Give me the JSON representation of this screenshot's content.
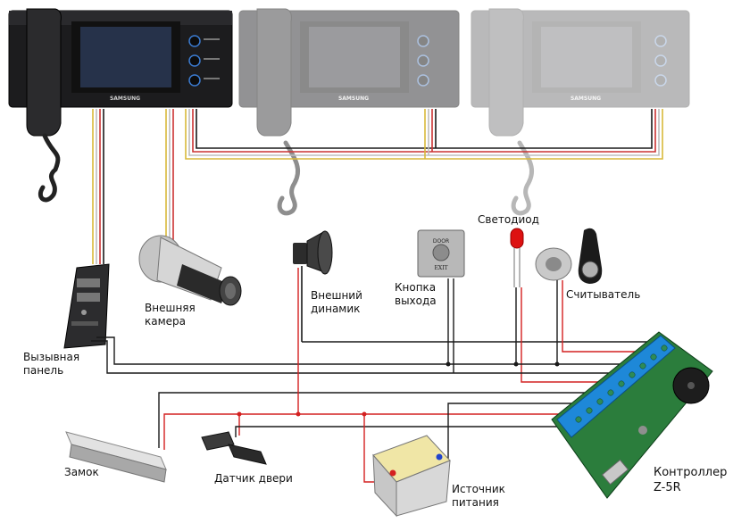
{
  "monitors": [
    {
      "brand": "SAMSUNG"
    },
    {
      "brand": "SAMSUNG"
    },
    {
      "brand": "SAMSUNG"
    }
  ],
  "devices": {
    "call_panel": "Вызывная\nпанель",
    "camera": "Внешняя\nкамера",
    "speaker": "Внешний\nдинамик",
    "exit_button": "Кнопка\nвыхода",
    "led": "Светодиод",
    "reader": "Считыватель",
    "lock": "Замок",
    "door_sensor": "Датчик двери",
    "power_supply": "Источник\nпитания",
    "controller": "Контроллер\nZ-5R"
  },
  "exit_button_plate": {
    "line1": "DOOR",
    "line2": "EXIT"
  },
  "colors": {
    "wire_black": "#1a1a1a",
    "wire_red": "#d42020",
    "wire_yellow": "#e9c640",
    "wire_white": "#cfcfcf",
    "controller_board": "#1e88d8",
    "terminal_green": "#2e8b57"
  }
}
